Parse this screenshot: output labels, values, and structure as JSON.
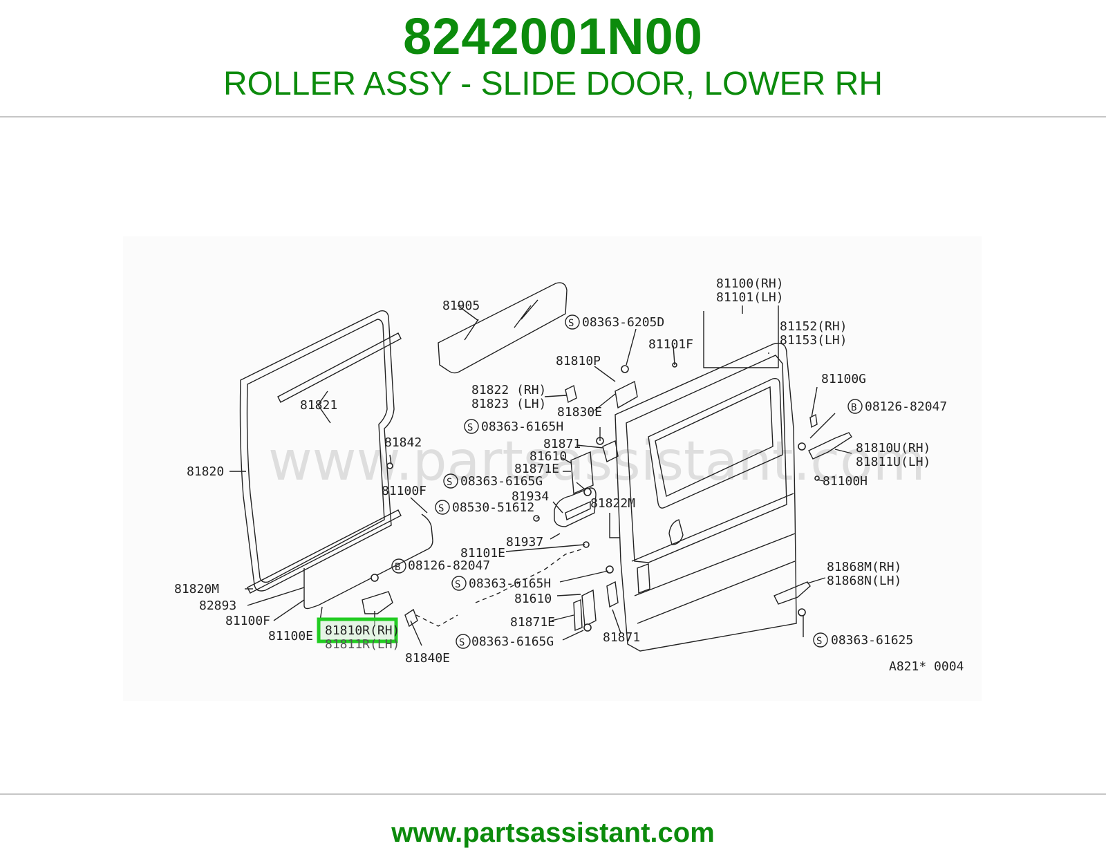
{
  "header": {
    "part_number": "8242001N00",
    "description": "ROLLER ASSY - SLIDE DOOR, LOWER RH"
  },
  "diagram": {
    "watermark": "www.partsassistant.com",
    "figure_code": "A821* 0004",
    "highlighted_part": "81810R(RH)",
    "labels": {
      "l81905": "81905",
      "l08363_6205D": "08363-6205D",
      "l81100rh": "81100(RH)",
      "l81101lh": "81101(LH)",
      "l81152rh": "81152(RH)",
      "l81153lh": "81153(LH)",
      "l81101F": "81101F",
      "l81810P": "81810P",
      "l81100G": "81100G",
      "l81822rh": "81822 (RH)",
      "l81823lh": "81823 (LH)",
      "l81830E": "81830E",
      "l08126_82047a": "08126-82047",
      "l08363_6165Ha": "08363-6165H",
      "l81871a": "81871",
      "l81610a": "81610",
      "l81810U": "81810U(RH)",
      "l81811U": "81811U(LH)",
      "l81871Ea": "81871E",
      "l08363_6165Ga": "08363-6165G",
      "l81100H": "81100H",
      "l81821": "81821",
      "l81842": "81842",
      "l81820": "81820",
      "l81100F": "81100F",
      "l81934": "81934",
      "l08530_51612": "08530-51612",
      "l81822M": "81822M",
      "l81937": "81937",
      "l81101E": "81101E",
      "l08126_82047b": "08126-82047",
      "l08363_6165Hb": "08363-6165H",
      "l81820M": "81820M",
      "l82893": "82893",
      "l81610b": "81610",
      "l81868M": "81868M(RH)",
      "l81868N": "81868N(LH)",
      "l81100Fb": "81100F",
      "l81871Eb": "81871E",
      "l81100E": "81100E",
      "l81810R": "81810R(RH)",
      "l81811R": "81811R(LH)",
      "l08363_6165Gb": "08363-6165G",
      "l81871b": "81871",
      "l08363_61625": "08363-61625",
      "l81840E": "81840E"
    }
  },
  "footer": {
    "site": "www.partsassistant.com"
  },
  "colors": {
    "brand_green": "#0c8b0c",
    "highlight_green": "#22cc22",
    "rule_gray": "#c6c6c6"
  }
}
